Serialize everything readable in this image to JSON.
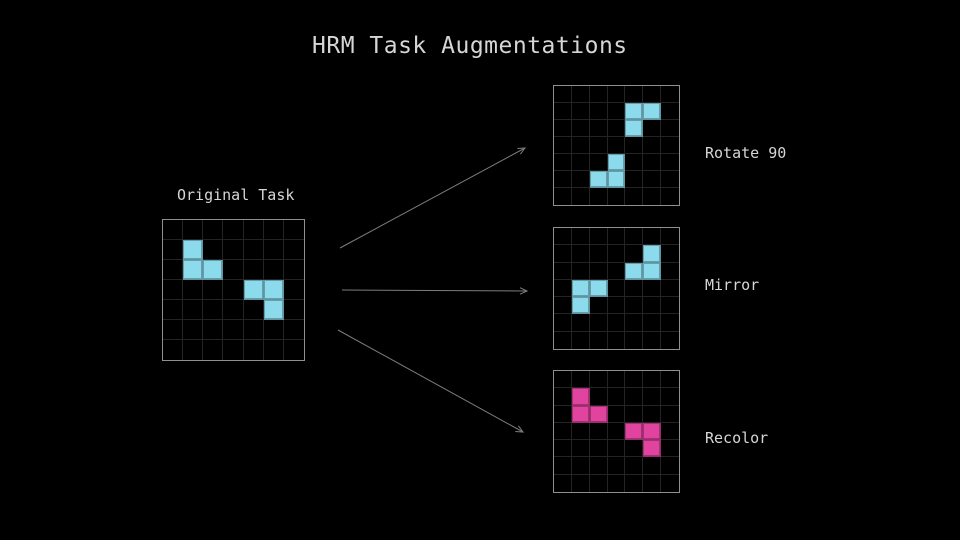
{
  "title": "HRM Task Augmentations",
  "colors": {
    "background": "#000000",
    "text": "#d6d6d6",
    "grid_line": "#242424",
    "grid_border": "#8f8f8f",
    "arrow": "#7d7d7d",
    "cell_cyan": "#8cdbec",
    "cell_pink": "#e0449e"
  },
  "original": {
    "label": "Original Task",
    "grid": {
      "rows": 7,
      "cols": 7,
      "fill": "#8cdbec",
      "cells": [
        [
          1,
          1
        ],
        [
          1,
          2
        ],
        [
          2,
          2
        ],
        [
          4,
          3
        ],
        [
          5,
          3
        ],
        [
          5,
          4
        ]
      ]
    }
  },
  "augmentations": [
    {
      "id": "rotate-90",
      "label": "Rotate 90",
      "grid": {
        "rows": 7,
        "cols": 7,
        "fill": "#8cdbec",
        "cells": [
          [
            4,
            1
          ],
          [
            5,
            1
          ],
          [
            4,
            2
          ],
          [
            3,
            4
          ],
          [
            2,
            5
          ],
          [
            3,
            5
          ]
        ]
      }
    },
    {
      "id": "mirror",
      "label": "Mirror",
      "grid": {
        "rows": 7,
        "cols": 7,
        "fill": "#8cdbec",
        "cells": [
          [
            5,
            1
          ],
          [
            4,
            2
          ],
          [
            5,
            2
          ],
          [
            1,
            3
          ],
          [
            2,
            3
          ],
          [
            1,
            4
          ]
        ]
      }
    },
    {
      "id": "recolor",
      "label": "Recolor",
      "grid": {
        "rows": 7,
        "cols": 7,
        "fill": "#e0449e",
        "cells": [
          [
            1,
            1
          ],
          [
            1,
            2
          ],
          [
            2,
            2
          ],
          [
            4,
            3
          ],
          [
            5,
            3
          ],
          [
            5,
            4
          ]
        ]
      }
    }
  ]
}
